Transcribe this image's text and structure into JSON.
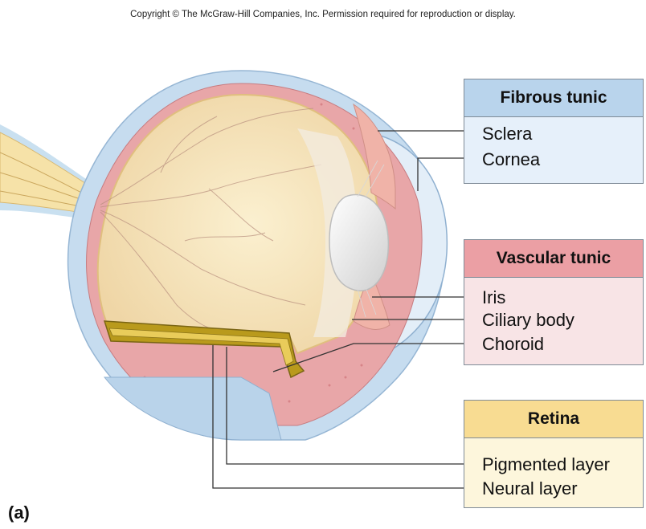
{
  "copyright": "Copyright © The McGraw-Hill Companies, Inc. Permission required for reproduction or display.",
  "figure_label": "(a)",
  "groups": {
    "fibrous": {
      "title": "Fibrous tunic",
      "items": [
        "Sclera",
        "Cornea"
      ],
      "header_color": "#b9d4ec",
      "body_color": "#e6f0fa"
    },
    "vascular": {
      "title": "Vascular tunic",
      "items": [
        "Iris",
        "Ciliary body",
        "Choroid"
      ],
      "header_color": "#eb9fa4",
      "body_color": "#f8e4e6"
    },
    "retina": {
      "title": "Retina",
      "items": [
        "Pigmented layer",
        "Neural layer"
      ],
      "header_color": "#f8dc92",
      "body_color": "#fdf6dc"
    }
  }
}
